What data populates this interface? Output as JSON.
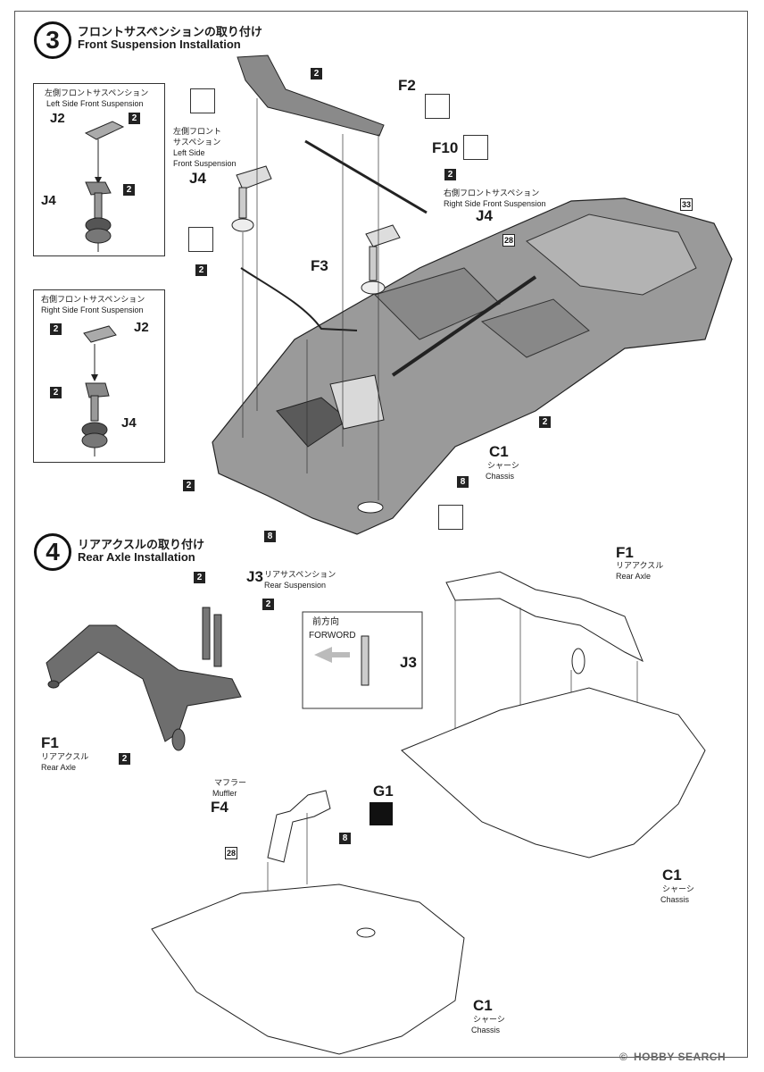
{
  "step3": {
    "number": "3",
    "title_jp": "フロントサスペンションの取り付け",
    "title_en": "Front Suspension Installation",
    "inset_left": {
      "title_jp": "左側フロントサスペンション",
      "title_en": "Left Side Front Suspension",
      "part_a": "J2",
      "part_b": "J4",
      "badge": "2"
    },
    "inset_right": {
      "title_jp": "右側フロントサスペンション",
      "title_en": "Right Side Front Suspension",
      "part_a": "J2",
      "part_b": "J4",
      "badge": "2"
    },
    "label_left_jp1": "左側フロント",
    "label_left_jp2": "サスペション",
    "label_left_en1": "Left Side",
    "label_left_en2": "Front Suspension",
    "label_right_jp": "右側フロントサスペション",
    "label_right_en": "Right Side Front Suspension",
    "parts": {
      "f2": "F2",
      "f10": "F10",
      "f3": "F3",
      "j4_left": "J4",
      "j4_right": "J4",
      "c1": "C1"
    },
    "c1_jp": "シャーシ",
    "c1_en": "Chassis",
    "badges": {
      "b2": "2",
      "b8": "8",
      "b28": "28",
      "b33": "33"
    }
  },
  "step4": {
    "number": "4",
    "title_jp": "リアアクスルの取り付け",
    "title_en": "Rear Axle Installation",
    "j3": "J3",
    "j3_jp": "リアサスペンション",
    "j3_en": "Rear Suspension",
    "f1": "F1",
    "f1_jp": "リアアクスル",
    "f1_en": "Rear Axle",
    "f4": "F4",
    "f4_jp": "マフラー",
    "f4_en": "Muffler",
    "g1": "G1",
    "c1": "C1",
    "c1_jp": "シャーシ",
    "c1_en": "Chassis",
    "forward_jp": "前方向",
    "forward_en": "FORWORD",
    "forward_part": "J3",
    "badges": {
      "b2": "2",
      "b8": "8",
      "b28": "28"
    }
  },
  "footer": {
    "logo": "HOBBY SEARCH",
    "copyright": "©"
  }
}
